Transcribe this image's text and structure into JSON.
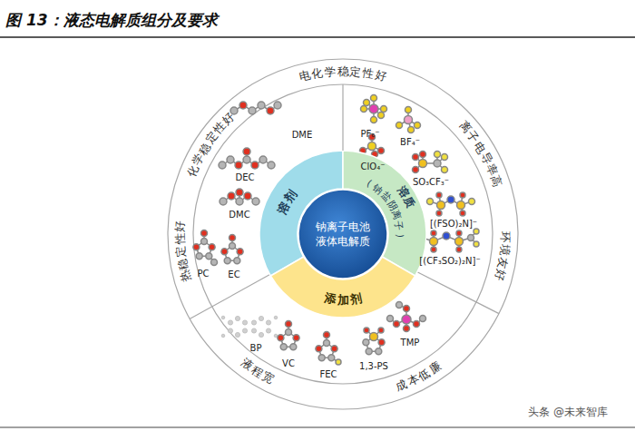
{
  "diagram": {
    "title": "图 13：液态电解质组分及要求",
    "nodes": [
      {
        "text": [
          "钠离子电池液体电解质"
        ]
      },
      {
        "text": [
          "溶剂"
        ]
      },
      {
        "text": [
          "溶质",
          "(钠盐阴离子)"
        ]
      },
      {
        "text": [
          "添加剂"
        ]
      }
    ],
    "labels": [
      "电化学稳定性好",
      "化学稳定性好",
      "离子电导率高",
      "DME",
      "PF₆⁻",
      "BF₄⁻",
      "DEC",
      "ClO₄⁻",
      "SO₃CF₃⁻",
      "DMC",
      "[(FSO)₂N]⁻",
      "PC",
      "EC",
      "[(CF₃SO₂)₂N]⁻",
      "热稳定性好",
      "环境友好",
      "BP",
      "TMP",
      "VC",
      "FEC",
      "1,3-PS",
      "液程宽",
      "成本低廉",
      "头条 @未来智库"
    ]
  }
}
